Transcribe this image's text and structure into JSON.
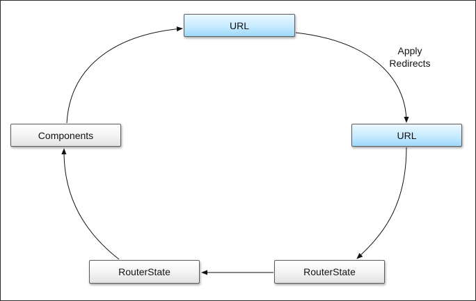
{
  "nodes": {
    "url_top": {
      "label": "URL",
      "color": "#c7ebff"
    },
    "url_right": {
      "label": "URL",
      "color": "#c7ebff"
    },
    "components": {
      "label": "Components",
      "color": "#f3f3f3"
    },
    "routerstate_left": {
      "label": "RouterState",
      "color": "#f3f3f3"
    },
    "routerstate_right": {
      "label": "RouterState",
      "color": "#f3f3f3"
    }
  },
  "edges": {
    "apply_redirects": {
      "line1": "Apply",
      "line2": "Redirects"
    }
  },
  "colors": {
    "stroke": "#111111",
    "border": "#5c5c5c"
  }
}
